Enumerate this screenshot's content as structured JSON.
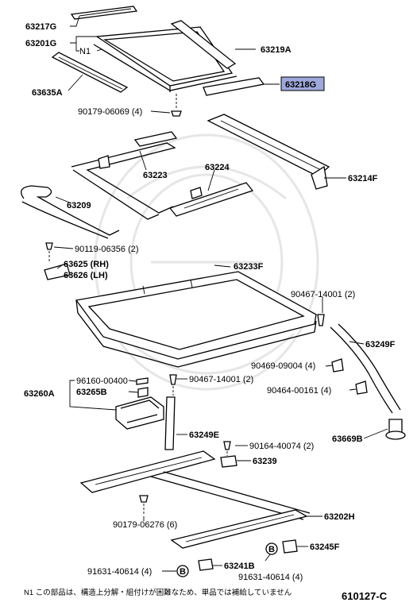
{
  "diagram": {
    "labels": {
      "p63217G": "63217G",
      "p63201G": "63201G",
      "n1": "N1",
      "p63219A": "63219A",
      "p63635A": "63635A",
      "p63218G": "63218G",
      "b90179_06069": "90179-06069 (4)",
      "p63223": "63223",
      "p63224": "63224",
      "p63214F": "63214F",
      "p63209": "63209",
      "b90119_06356": "90119-06356 (2)",
      "p63625": "63625 (RH)",
      "p63626": "63626 (LH)",
      "p63233F": "63233F",
      "b90467_14001_a": "90467-14001 (2)",
      "p63249F": "63249F",
      "b90469_09004": "90469-09004 (4)",
      "b90464_00161": "90464-00161 (4)",
      "b96160_00400": "96160-00400",
      "p63260A": "63260A",
      "p63265B": "63265B",
      "b90467_14001_b": "90467-14001 (2)",
      "p63249E": "63249E",
      "b90164_40074": "90164-40074 (2)",
      "p63669B": "63669B",
      "p63239": "63239",
      "p63202H": "63202H",
      "b90179_06276": "90179-06276 (6)",
      "p63245F": "63245F",
      "p63241B": "63241B",
      "b91631_40614_a": "91631-40614 (4)",
      "b91631_40614_b": "91631-40614 (4)",
      "circle_b": "B"
    },
    "footnote": "N1 この部品は、構造上分解・組付けが困難なため、単品では補給していません",
    "figure_code": "610127-C",
    "highlight_color": "#9fa8da"
  }
}
